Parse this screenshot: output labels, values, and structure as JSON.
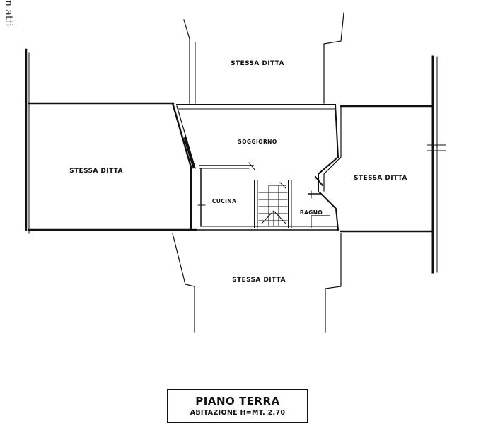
{
  "margin_text": "n atti",
  "rooms": {
    "top": "STESSA DITTA",
    "left": "STESSA DITTA",
    "right": "STESSA DITTA",
    "bottom": "STESSA DITTA",
    "living": "SOGGIORNO",
    "kitchen": "CUCINA",
    "bath": "BAGNO"
  },
  "title": {
    "main": "PIANO TERRA",
    "sub": "ABITAZIONE H=MT. 2.70"
  }
}
